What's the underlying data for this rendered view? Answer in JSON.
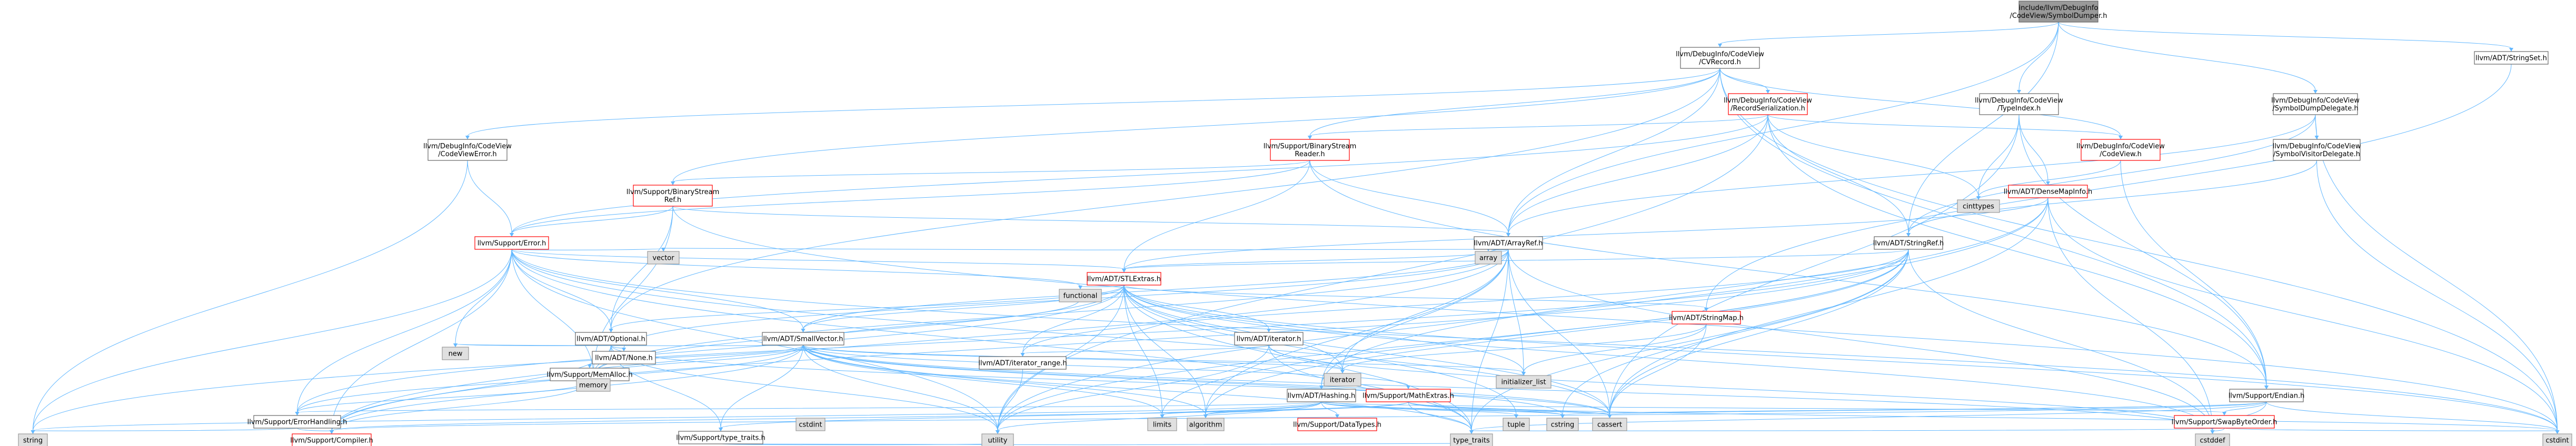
{
  "nodes": [
    {
      "id": "root",
      "lines": [
        "include/llvm/DebugInfo",
        "/CodeView/SymbolDumper.h"
      ],
      "kind": "root"
    },
    {
      "id": "cvrecord",
      "lines": [
        "llvm/DebugInfo/CodeView",
        "/CVRecord.h"
      ],
      "kind": "normal"
    },
    {
      "id": "stringset",
      "lines": [
        "llvm/ADT/StringSet.h"
      ],
      "kind": "normal"
    },
    {
      "id": "recordserialization",
      "lines": [
        "llvm/DebugInfo/CodeView",
        "/RecordSerialization.h"
      ],
      "kind": "red"
    },
    {
      "id": "typeindex",
      "lines": [
        "llvm/DebugInfo/CodeView",
        "/TypeIndex.h"
      ],
      "kind": "normal"
    },
    {
      "id": "symboldumpdelegate",
      "lines": [
        "llvm/DebugInfo/CodeView",
        "/SymbolDumpDelegate.h"
      ],
      "kind": "normal"
    },
    {
      "id": "codeviewerror",
      "lines": [
        "llvm/DebugInfo/CodeView",
        "/CodeViewError.h"
      ],
      "kind": "normal"
    },
    {
      "id": "binarystreamreader",
      "lines": [
        "llvm/Support/BinaryStream",
        "Reader.h"
      ],
      "kind": "red"
    },
    {
      "id": "codeview",
      "lines": [
        "llvm/DebugInfo/CodeView",
        "/CodeView.h"
      ],
      "kind": "red"
    },
    {
      "id": "symbolvisitordelegate",
      "lines": [
        "llvm/DebugInfo/CodeView",
        "/SymbolVisitorDelegate.h"
      ],
      "kind": "normal"
    },
    {
      "id": "binarystreamref",
      "lines": [
        "llvm/Support/BinaryStream",
        "Ref.h"
      ],
      "kind": "red"
    },
    {
      "id": "densemapinfo",
      "lines": [
        "llvm/ADT/DenseMapInfo.h"
      ],
      "kind": "red"
    },
    {
      "id": "cinttypes",
      "lines": [
        "cinttypes"
      ],
      "kind": "std"
    },
    {
      "id": "error",
      "lines": [
        "llvm/Support/Error.h"
      ],
      "kind": "red"
    },
    {
      "id": "arrayref",
      "lines": [
        "llvm/ADT/ArrayRef.h"
      ],
      "kind": "normal"
    },
    {
      "id": "stringref",
      "lines": [
        "llvm/ADT/StringRef.h"
      ],
      "kind": "normal"
    },
    {
      "id": "vector",
      "lines": [
        "vector"
      ],
      "kind": "std"
    },
    {
      "id": "array",
      "lines": [
        "array"
      ],
      "kind": "std"
    },
    {
      "id": "stlextras",
      "lines": [
        "llvm/ADT/STLExtras.h"
      ],
      "kind": "red"
    },
    {
      "id": "functional",
      "lines": [
        "functional"
      ],
      "kind": "std"
    },
    {
      "id": "stringmap",
      "lines": [
        "llvm/ADT/StringMap.h"
      ],
      "kind": "red"
    },
    {
      "id": "optional",
      "lines": [
        "llvm/ADT/Optional.h"
      ],
      "kind": "normal"
    },
    {
      "id": "smallvector",
      "lines": [
        "llvm/ADT/SmallVector.h"
      ],
      "kind": "normal"
    },
    {
      "id": "adtiterator",
      "lines": [
        "llvm/ADT/iterator.h"
      ],
      "kind": "normal"
    },
    {
      "id": "new",
      "lines": [
        "new"
      ],
      "kind": "std"
    },
    {
      "id": "memalloc",
      "lines": [
        "llvm/Support/MemAlloc.h"
      ],
      "kind": "normal"
    },
    {
      "id": "none",
      "lines": [
        "llvm/ADT/None.h"
      ],
      "kind": "normal"
    },
    {
      "id": "memory",
      "lines": [
        "memory"
      ],
      "kind": "std"
    },
    {
      "id": "iteratorrange",
      "lines": [
        "llvm/ADT/iterator_range.h"
      ],
      "kind": "normal"
    },
    {
      "id": "iterator",
      "lines": [
        "iterator"
      ],
      "kind": "std"
    },
    {
      "id": "initializerlist",
      "lines": [
        "initializer_list"
      ],
      "kind": "std"
    },
    {
      "id": "hashing",
      "lines": [
        "llvm/ADT/Hashing.h"
      ],
      "kind": "normal"
    },
    {
      "id": "mathextras",
      "lines": [
        "llvm/Support/MathExtras.h"
      ],
      "kind": "red"
    },
    {
      "id": "endian",
      "lines": [
        "llvm/Support/Endian.h"
      ],
      "kind": "normal"
    },
    {
      "id": "errorhandling",
      "lines": [
        "llvm/Support/ErrorHandling.h"
      ],
      "kind": "normal"
    },
    {
      "id": "cstdint2",
      "lines": [
        "cstdint"
      ],
      "kind": "std"
    },
    {
      "id": "typetraits",
      "lines": [
        "llvm/Support/type_traits.h"
      ],
      "kind": "normal"
    },
    {
      "id": "limits",
      "lines": [
        "limits"
      ],
      "kind": "std"
    },
    {
      "id": "algorithm",
      "lines": [
        "algorithm"
      ],
      "kind": "std"
    },
    {
      "id": "tuple",
      "lines": [
        "tuple"
      ],
      "kind": "std"
    },
    {
      "id": "cstring",
      "lines": [
        "cstring"
      ],
      "kind": "std"
    },
    {
      "id": "cassert",
      "lines": [
        "cassert"
      ],
      "kind": "std"
    },
    {
      "id": "swapbyteorder",
      "lines": [
        "llvm/Support/SwapByteOrder.h"
      ],
      "kind": "red"
    },
    {
      "id": "datatypes",
      "lines": [
        "llvm/Support/DataTypes.h"
      ],
      "kind": "red"
    },
    {
      "id": "string",
      "lines": [
        "string"
      ],
      "kind": "std"
    },
    {
      "id": "compiler",
      "lines": [
        "llvm/Support/Compiler.h"
      ],
      "kind": "red"
    },
    {
      "id": "utility",
      "lines": [
        "utility"
      ],
      "kind": "std"
    },
    {
      "id": "typetraitsstd",
      "lines": [
        "type_traits"
      ],
      "kind": "std"
    },
    {
      "id": "cstddef",
      "lines": [
        "cstddef"
      ],
      "kind": "std"
    },
    {
      "id": "cstdint",
      "lines": [
        "cstdint"
      ],
      "kind": "std"
    }
  ],
  "edges": [
    [
      "root",
      "cvrecord"
    ],
    [
      "root",
      "stringset"
    ],
    [
      "root",
      "typeindex"
    ],
    [
      "root",
      "symboldumpdelegate"
    ],
    [
      "root",
      "arrayref"
    ],
    [
      "root",
      "stringref"
    ],
    [
      "cvrecord",
      "recordserialization"
    ],
    [
      "cvrecord",
      "codeviewerror"
    ],
    [
      "cvrecord",
      "binarystreamreader"
    ],
    [
      "cvrecord",
      "binarystreamref"
    ],
    [
      "cvrecord",
      "arrayref"
    ],
    [
      "cvrecord",
      "optional"
    ],
    [
      "cvrecord",
      "endian"
    ],
    [
      "cvrecord",
      "cstdint"
    ],
    [
      "cvrecord",
      "codeview"
    ],
    [
      "stringset",
      "stringmap"
    ],
    [
      "recordserialization",
      "codeview"
    ],
    [
      "recordserialization",
      "binarystreamreader"
    ],
    [
      "recordserialization",
      "error"
    ],
    [
      "recordserialization",
      "arrayref"
    ],
    [
      "recordserialization",
      "stringref"
    ],
    [
      "recordserialization",
      "endian"
    ],
    [
      "recordserialization",
      "cinttypes"
    ],
    [
      "recordserialization",
      "utility"
    ],
    [
      "typeindex",
      "densemapinfo"
    ],
    [
      "typeindex",
      "endian"
    ],
    [
      "typeindex",
      "cinttypes"
    ],
    [
      "typeindex",
      "cassert"
    ],
    [
      "symboldumpdelegate",
      "symbolvisitordelegate"
    ],
    [
      "symboldumpdelegate",
      "arrayref"
    ],
    [
      "symboldumpdelegate",
      "stringref"
    ],
    [
      "symboldumpdelegate",
      "cstdint"
    ],
    [
      "codeviewerror",
      "error"
    ],
    [
      "codeviewerror",
      "string"
    ],
    [
      "binarystreamreader",
      "binarystreamref"
    ],
    [
      "binarystreamreader",
      "arrayref"
    ],
    [
      "binarystreamreader",
      "stlextras"
    ],
    [
      "binarystreamreader",
      "error"
    ],
    [
      "binarystreamreader",
      "endian"
    ],
    [
      "binarystreamreader",
      "type_traits_link"
    ],
    [
      "codeview",
      "endian"
    ],
    [
      "codeview",
      "cinttypes"
    ],
    [
      "codeview",
      "type_traits"
    ],
    [
      "symbolvisitordelegate",
      "cstdint"
    ],
    [
      "symbolvisitordelegate",
      "stringref"
    ],
    [
      "binarystreamref",
      "arrayref"
    ],
    [
      "binarystreamref",
      "optional"
    ],
    [
      "binarystreamref",
      "error"
    ],
    [
      "binarystreamref",
      "memory"
    ],
    [
      "binarystreamref",
      "cstdint"
    ],
    [
      "densemapinfo",
      "hashing"
    ],
    [
      "densemapinfo",
      "cassert"
    ],
    [
      "densemapinfo",
      "cstddef"
    ],
    [
      "densemapinfo",
      "cstdint"
    ],
    [
      "densemapinfo",
      "utility"
    ],
    [
      "densemapinfo",
      "stlextras"
    ],
    [
      "error",
      "stlextras"
    ],
    [
      "error",
      "smallvector"
    ],
    [
      "error",
      "compiler"
    ],
    [
      "error",
      "errorhandling"
    ],
    [
      "error",
      "functional"
    ],
    [
      "error",
      "vector"
    ],
    [
      "error",
      "memory"
    ],
    [
      "error",
      "new"
    ],
    [
      "error",
      "string"
    ],
    [
      "error",
      "optional"
    ],
    [
      "error",
      "typetraitsstd"
    ],
    [
      "error",
      "cassert"
    ],
    [
      "error",
      "cstdint"
    ],
    [
      "error",
      "utility"
    ],
    [
      "arrayref",
      "hashing"
    ],
    [
      "arrayref",
      "none"
    ],
    [
      "arrayref",
      "smallvector"
    ],
    [
      "arrayref",
      "stlextras"
    ],
    [
      "arrayref",
      "compiler"
    ],
    [
      "arrayref",
      "algorithm"
    ],
    [
      "arrayref",
      "array"
    ],
    [
      "arrayref",
      "cassert"
    ],
    [
      "arrayref",
      "cstddef"
    ],
    [
      "arrayref",
      "initializerlist"
    ],
    [
      "arrayref",
      "iterator"
    ],
    [
      "arrayref",
      "memory"
    ],
    [
      "arrayref",
      "typetraitsstd"
    ],
    [
      "arrayref",
      "vector"
    ],
    [
      "stringref",
      "stlextras"
    ],
    [
      "stringref",
      "iteratorrange"
    ],
    [
      "stringref",
      "compiler"
    ],
    [
      "stringref",
      "algorithm"
    ],
    [
      "stringref",
      "cassert"
    ],
    [
      "stringref",
      "cstddef"
    ],
    [
      "stringref",
      "cstring"
    ],
    [
      "stringref",
      "limits"
    ],
    [
      "stringref",
      "string"
    ],
    [
      "stringref",
      "typetraitsstd"
    ],
    [
      "stringref",
      "utility"
    ],
    [
      "stlextras",
      "optional"
    ],
    [
      "stlextras",
      "smallvector"
    ],
    [
      "stlextras",
      "adtiterator"
    ],
    [
      "stlextras",
      "iteratorrange"
    ],
    [
      "stlextras",
      "errorhandling"
    ],
    [
      "stlextras",
      "algorithm"
    ],
    [
      "stlextras",
      "cassert"
    ],
    [
      "stlextras",
      "cstddef"
    ],
    [
      "stlextras",
      "cstdint"
    ],
    [
      "stlextras",
      "cstdlib"
    ],
    [
      "stlextras",
      "functional"
    ],
    [
      "stlextras",
      "initializerlist"
    ],
    [
      "stlextras",
      "iterator"
    ],
    [
      "stlextras",
      "limits"
    ],
    [
      "stlextras",
      "memory"
    ],
    [
      "stlextras",
      "tuple"
    ],
    [
      "stlextras",
      "typetraitsstd"
    ],
    [
      "stlextras",
      "utility"
    ],
    [
      "stlextras",
      "stringmap"
    ],
    [
      "stringmap",
      "iterator"
    ],
    [
      "stringmap",
      "initializerlist"
    ],
    [
      "stringmap",
      "cassert"
    ],
    [
      "optional",
      "none"
    ],
    [
      "optional",
      "compiler"
    ],
    [
      "optional",
      "typetraits"
    ],
    [
      "optional",
      "cassert"
    ],
    [
      "optional",
      "memory"
    ],
    [
      "optional",
      "new"
    ],
    [
      "optional",
      "utility"
    ],
    [
      "smallvector",
      "compiler"
    ],
    [
      "smallvector",
      "errorhandling"
    ],
    [
      "smallvector",
      "memalloc"
    ],
    [
      "smallvector",
      "typetraits"
    ],
    [
      "smallvector",
      "algorithm"
    ],
    [
      "smallvector",
      "cassert"
    ],
    [
      "smallvector",
      "cstddef"
    ],
    [
      "smallvector",
      "cstdlib"
    ],
    [
      "smallvector",
      "cstring"
    ],
    [
      "smallvector",
      "functional"
    ],
    [
      "smallvector",
      "initializerlist"
    ],
    [
      "smallvector",
      "iterator"
    ],
    [
      "smallvector",
      "limits"
    ],
    [
      "smallvector",
      "memory"
    ],
    [
      "smallvector",
      "new"
    ],
    [
      "smallvector",
      "typetraitsstd"
    ],
    [
      "smallvector",
      "utility"
    ],
    [
      "smallvector",
      "mathextras"
    ],
    [
      "adtiterator",
      "iteratorrange"
    ],
    [
      "adtiterator",
      "cstddef"
    ],
    [
      "adtiterator",
      "iterator"
    ],
    [
      "adtiterator",
      "typetraitsstd"
    ],
    [
      "adtiterator",
      "utility"
    ],
    [
      "memalloc",
      "compiler"
    ],
    [
      "memalloc",
      "errorhandling"
    ],
    [
      "memalloc",
      "cstdlib2"
    ],
    [
      "iteratorrange",
      "utility"
    ],
    [
      "hashing",
      "errorhandling"
    ],
    [
      "hashing",
      "datatypes"
    ],
    [
      "hashing",
      "swapbyteorder"
    ],
    [
      "hashing",
      "typetraits"
    ],
    [
      "hashing",
      "algorithm"
    ],
    [
      "hashing",
      "cassert"
    ],
    [
      "hashing",
      "cstring"
    ],
    [
      "hashing",
      "string"
    ],
    [
      "hashing",
      "tuple"
    ],
    [
      "hashing",
      "utility"
    ],
    [
      "mathextras",
      "compiler"
    ],
    [
      "mathextras",
      "algorithm"
    ],
    [
      "mathextras",
      "cassert"
    ],
    [
      "mathextras",
      "climits"
    ],
    [
      "mathextras",
      "cmath"
    ],
    [
      "mathextras",
      "cstdint"
    ],
    [
      "mathextras",
      "cstring"
    ],
    [
      "mathextras",
      "limits"
    ],
    [
      "mathextras",
      "typetraitsstd"
    ],
    [
      "endian",
      "compiler"
    ],
    [
      "endian",
      "swapbyteorder"
    ],
    [
      "endian",
      "cassert"
    ],
    [
      "endian",
      "cstddef"
    ],
    [
      "endian",
      "cstdint"
    ],
    [
      "endian",
      "cstring"
    ],
    [
      "endian",
      "typetraitsstd"
    ],
    [
      "errorhandling",
      "compiler"
    ],
    [
      "errorhandling",
      "string"
    ],
    [
      "typetraits",
      "utility"
    ],
    [
      "typetraits",
      "typetraitsstd"
    ],
    [
      "swapbyteorder",
      "cstddef"
    ],
    [
      "swapbyteorder",
      "cstdint"
    ],
    [
      "swapbyteorder",
      "typetraitsstd"
    ]
  ]
}
